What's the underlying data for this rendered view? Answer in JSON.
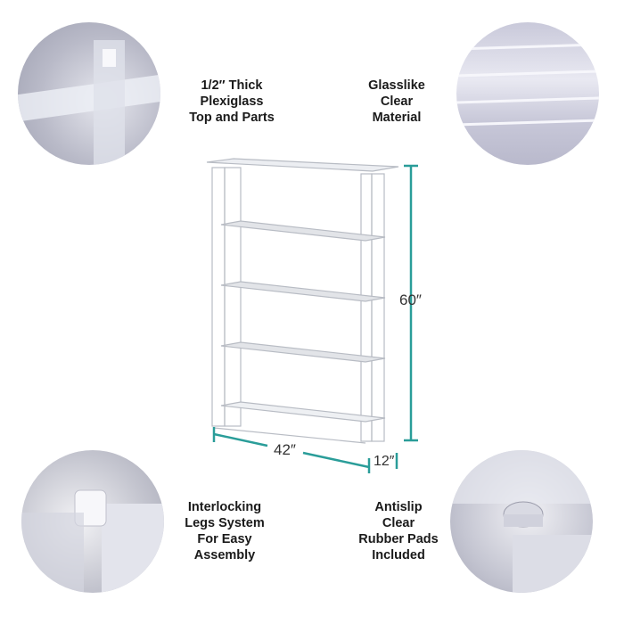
{
  "callouts": {
    "top_left": [
      "1/2″ Thick",
      "Plexiglass",
      "Top and Parts"
    ],
    "top_right": [
      "Glasslike",
      "Clear",
      "Material"
    ],
    "bottom_left": [
      "Interlocking",
      "Legs System",
      "For Easy",
      "Assembly"
    ],
    "bottom_right": [
      "Antislip",
      "Clear",
      "Rubber Pads",
      "Included"
    ]
  },
  "dimensions": {
    "height": "60″",
    "width": "42″",
    "depth": "12″"
  },
  "colors": {
    "dimension_line": "#2a9d99"
  }
}
